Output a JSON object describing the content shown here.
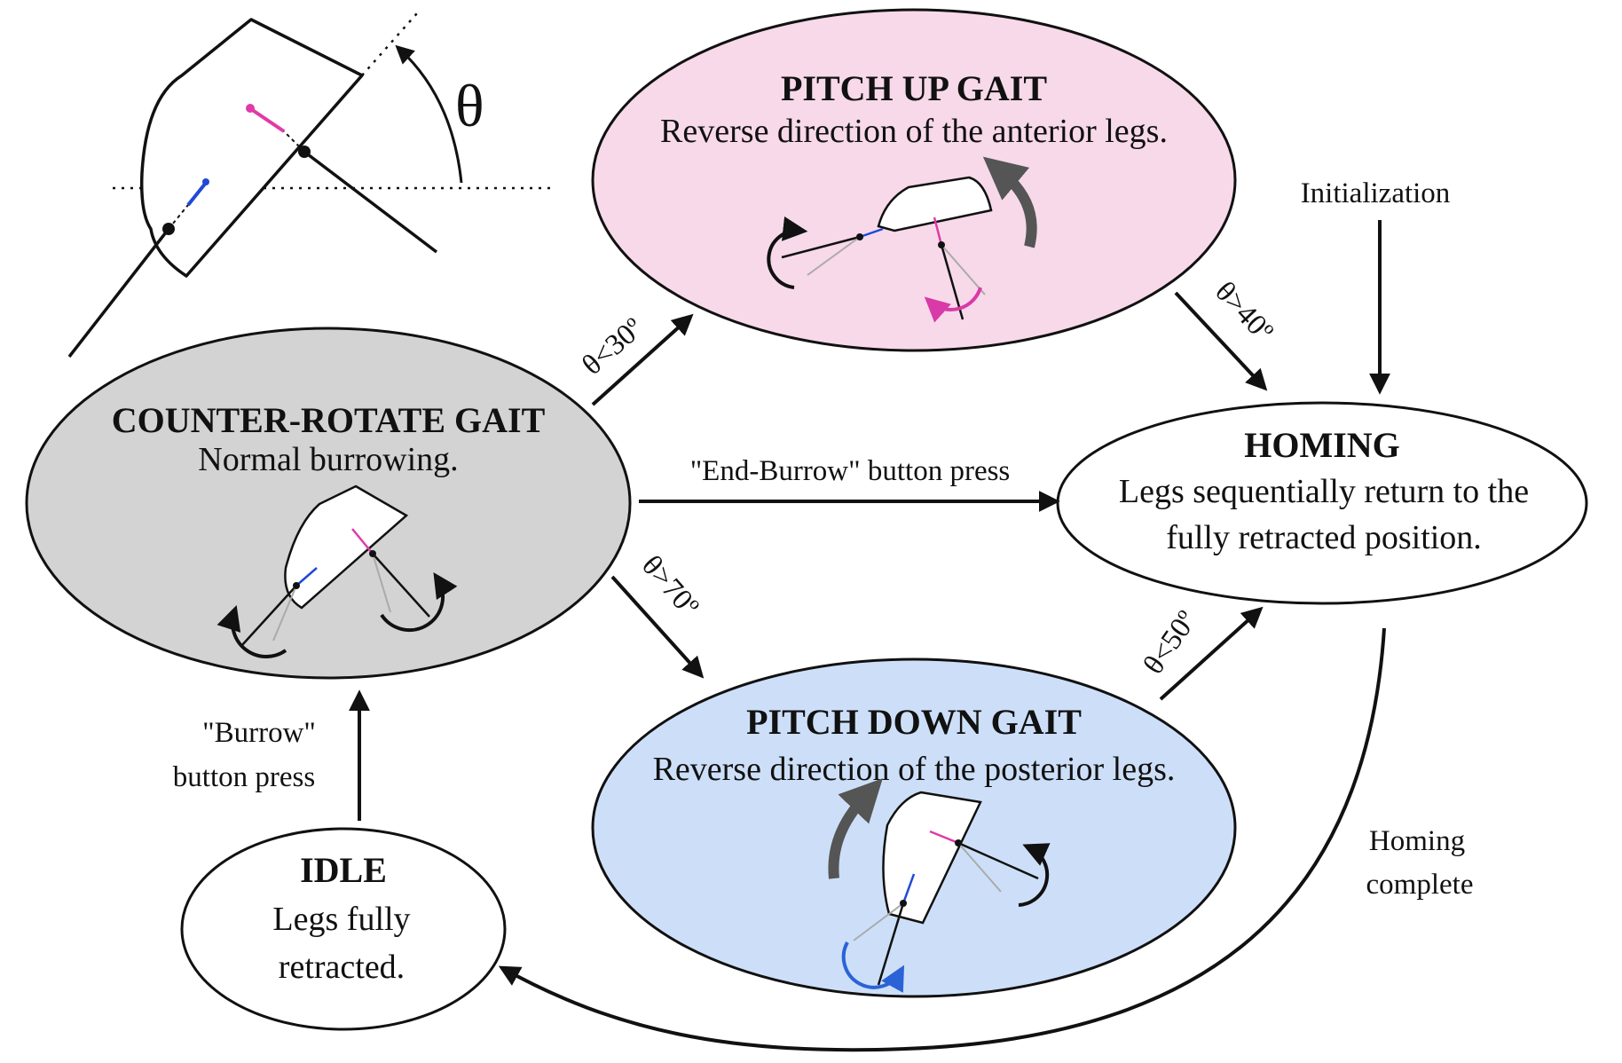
{
  "states": {
    "pitch_up": {
      "title": "PITCH UP GAIT",
      "desc": "Reverse direction of the anterior legs.",
      "fill": "#f7d9e9"
    },
    "counter_rotate": {
      "title": "COUNTER-ROTATE GAIT",
      "desc": "Normal burrowing.",
      "fill": "#d3d3d3"
    },
    "homing": {
      "title": "HOMING",
      "desc_line1": "Legs sequentially return to the",
      "desc_line2": "fully retracted position.",
      "fill": "#ffffff"
    },
    "pitch_down": {
      "title": "PITCH DOWN GAIT",
      "desc": "Reverse direction of the posterior legs.",
      "fill": "#cddff8"
    },
    "idle": {
      "title": "IDLE",
      "desc_line1": "Legs fully",
      "desc_line2": "retracted.",
      "fill": "#ffffff"
    }
  },
  "transitions": {
    "to_pitch_up": "θ<30º",
    "pitch_up_to_homing": "θ>40º",
    "to_pitch_down": "θ>70º",
    "pitch_down_to_homing": "θ<50º",
    "end_burrow": "\"End-Burrow\" button press",
    "initialization": "Initialization",
    "burrow_line1": "\"Burrow\"",
    "burrow_line2": "button press",
    "homing_complete_line1": "Homing",
    "homing_complete_line2": "complete"
  },
  "angle_symbol": "θ",
  "colors": {
    "anterior_leg": "#e03aa8",
    "posterior_leg": "#2049d8",
    "counter_rotate_arrow": "#111111",
    "reversed_arrow_dark": "#555555",
    "reversed_arrow_pink": "#d93aa8",
    "reversed_arrow_blue": "#2b63d6"
  }
}
